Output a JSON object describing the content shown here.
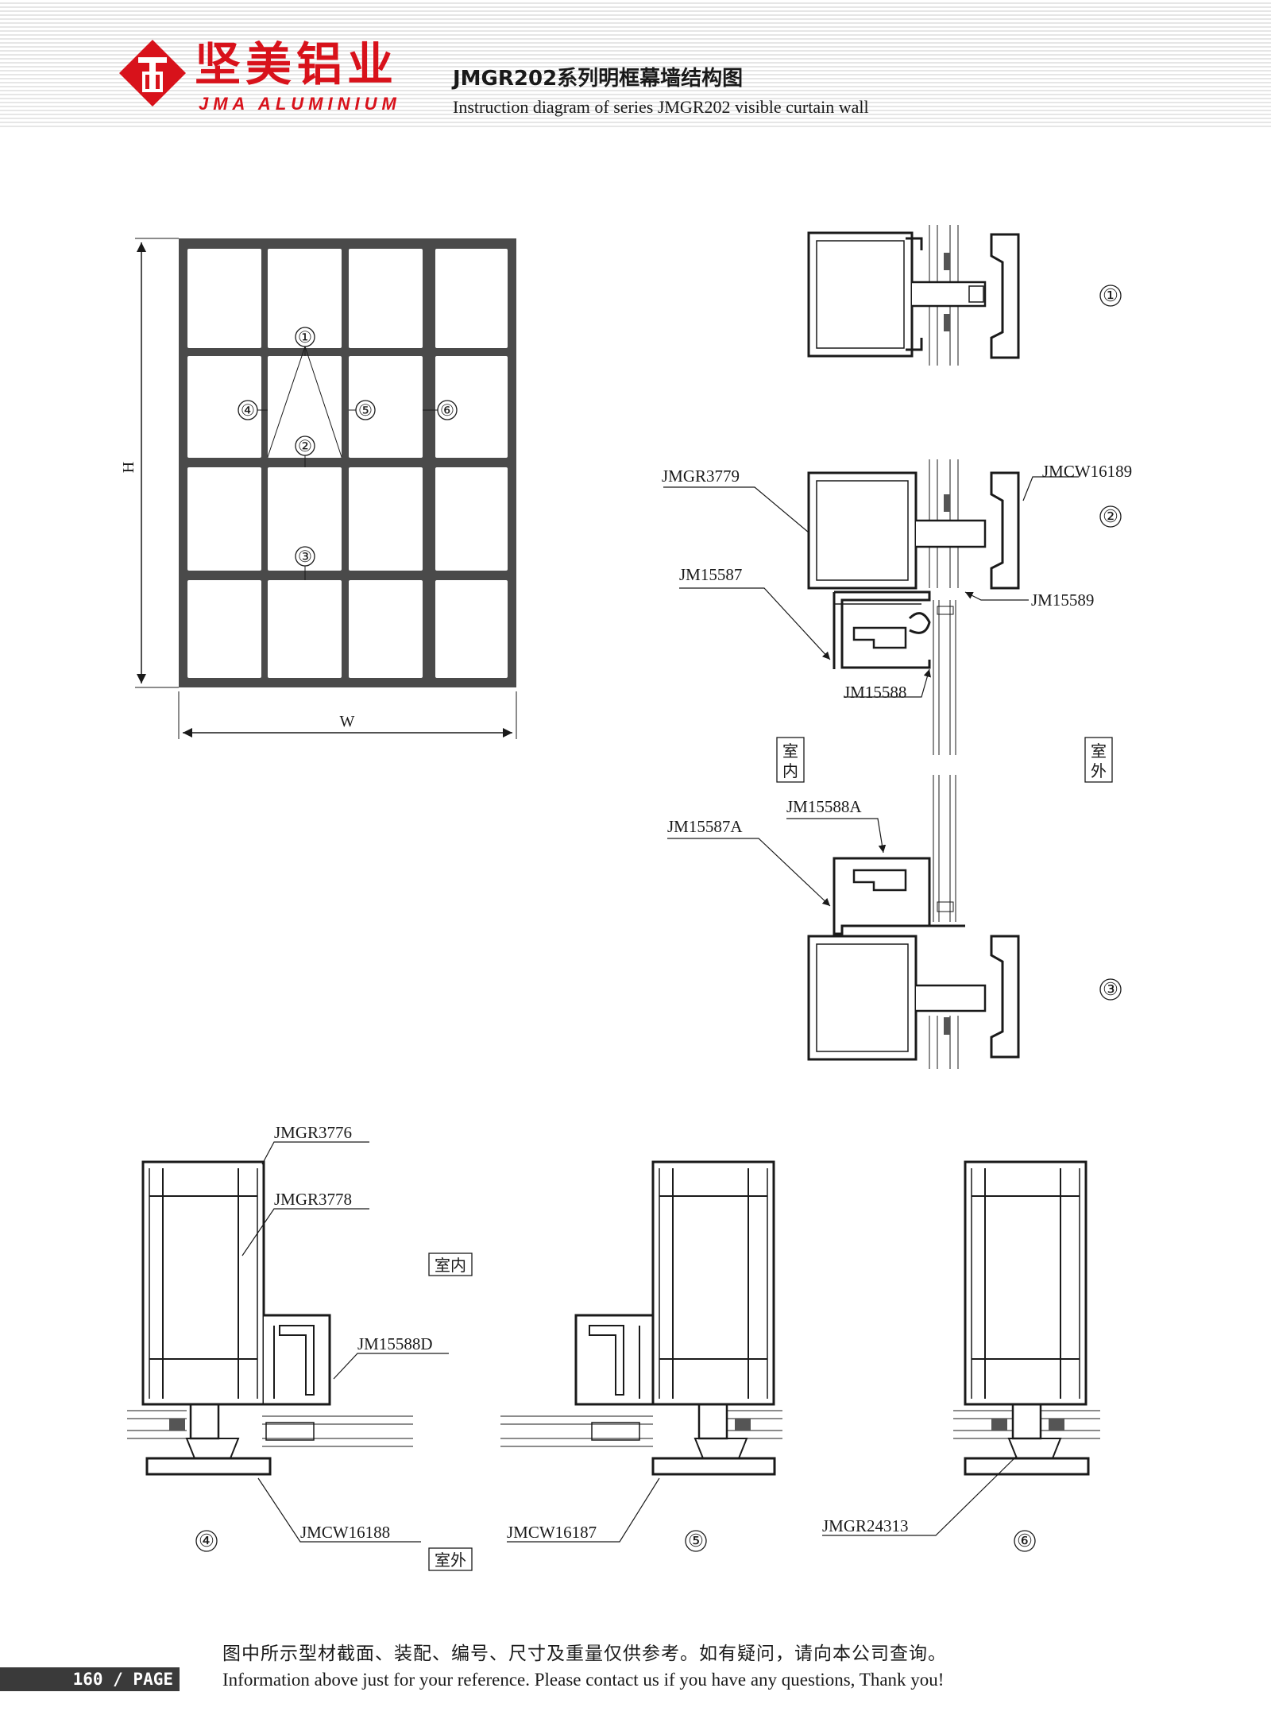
{
  "header": {
    "brand_cn": "坚美铝业",
    "brand_en": "JMA ALUMINIUM",
    "title_cn": "JMGR202系列明框幕墙结构图",
    "title_en": "Instruction diagram of series JMGR202 visible curtain wall",
    "logo_icon": "jma-diamond-logo-icon",
    "brand_color": "#d8121b"
  },
  "elevation": {
    "dim_h": "H",
    "dim_w": "W",
    "markers": [
      "①",
      "②",
      "③",
      "④",
      "⑤",
      "⑥"
    ]
  },
  "sections": {
    "sec1_marker": "①",
    "sec2_marker": "②",
    "sec3_marker": "③",
    "sec4_marker": "④",
    "sec5_marker": "⑤",
    "sec6_marker": "⑥",
    "labels": {
      "jmgr3779": "JMGR3779",
      "jmcw16189": "JMCW16189",
      "jm15587": "JM15587",
      "jm15589": "JM15589",
      "jm15588": "JM15588",
      "jm15588a": "JM15588A",
      "jm15587a": "JM15587A",
      "jmgr3776": "JMGR3776",
      "jmgr3778": "JMGR3778",
      "jm15588d": "JM15588D",
      "jmcw16188": "JMCW16188",
      "jmcw16187": "JMCW16187",
      "jmgr24313": "JMGR24313"
    },
    "indoor_cn": "室内",
    "outdoor_cn": "室外",
    "indoor_v1": "室",
    "indoor_v2": "内",
    "outdoor_v1": "室",
    "outdoor_v2": "外"
  },
  "footer": {
    "note_cn": "图中所示型材截面、装配、编号、尺寸及重量仅供参考。如有疑问，请向本公司查询。",
    "note_en": "Information above just for your reference. Please contact us if you have any questions, Thank you!",
    "page_label": "160 / PAGE"
  }
}
